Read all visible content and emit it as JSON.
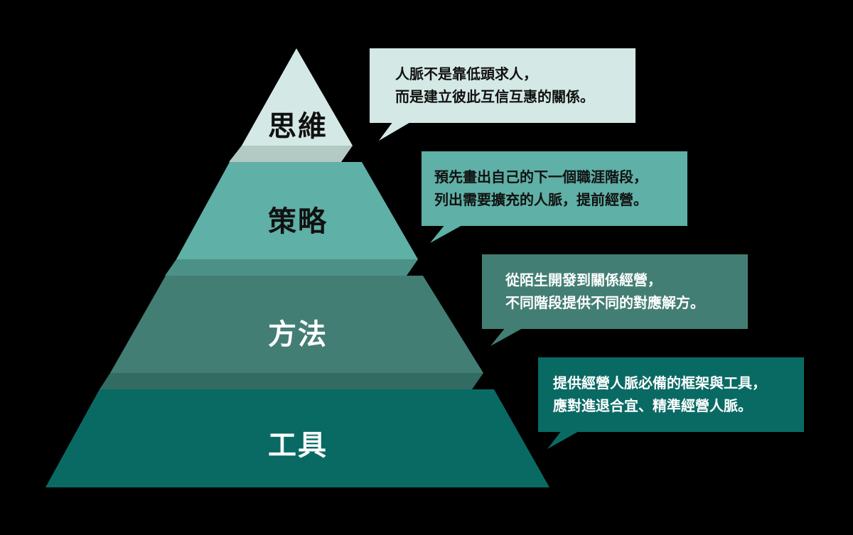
{
  "colors": {
    "background": "#000000",
    "tier_thinking": "#d4e9e5",
    "tier_strategy": "#5fb0a6",
    "tier_method": "#437e74",
    "tier_tool": "#096a64",
    "connector_light": "#b3c9c4",
    "connector_mid": "#4b9187",
    "connector_dark": "#326b62",
    "dark_text": "#111111",
    "light_text": "#ffffff"
  },
  "tiers": [
    {
      "label": "思維"
    },
    {
      "label": "策略"
    },
    {
      "label": "方法"
    },
    {
      "label": "工具"
    }
  ],
  "callouts": [
    {
      "lines": [
        "人脈不是靠低頭求人，",
        "而是建立彼此互信互惠的關係。"
      ]
    },
    {
      "lines": [
        "預先畫出自己的下一個職涯階段，",
        "列出需要擴充的人脈，提前經營。"
      ]
    },
    {
      "lines": [
        "從陌生開發到關係經營，",
        "不同階段提供不同的對應解方。"
      ]
    },
    {
      "lines": [
        "提供經營人脈必備的框架與工具，",
        "應對進退合宜、精準經營人脈。"
      ]
    }
  ]
}
